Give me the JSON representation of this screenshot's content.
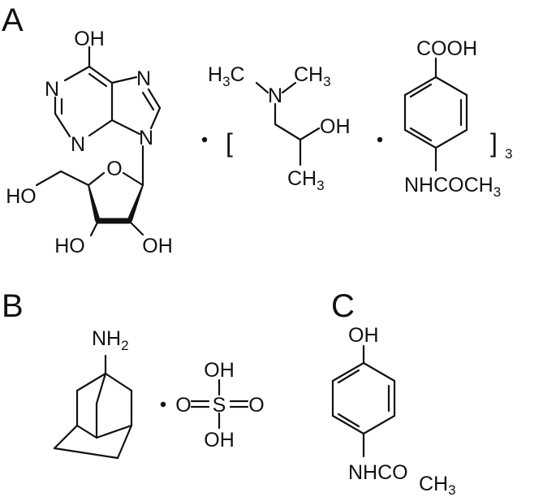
{
  "panels": {
    "a": {
      "label": "A",
      "inosine": {
        "oh_top": "OH",
        "n1": "N",
        "n3": "N",
        "n7": "N",
        "n9": "N",
        "ring_o": "O",
        "ho_left": "HO",
        "ho_bottom": "HO",
        "oh_bottom": "OH"
      },
      "dot1": "·",
      "bracket_open": "[",
      "dimepranol": {
        "h3c": "H",
        "h3c_sub": "3",
        "h3c_c": "C",
        "n": "N",
        "ch3_c": "CH",
        "ch3_sub": "3",
        "oh": "OH",
        "ch3b_c": "CH",
        "ch3b_sub": "3"
      },
      "dot2": "·",
      "acedoben": {
        "cooh": "COOH",
        "nhcoch": "NHCOCH",
        "nhcoch_sub": "3"
      },
      "bracket_close": "]",
      "stoich": "3"
    },
    "b": {
      "label": "B",
      "nh": "NH",
      "nh_sub": "2",
      "dot": "·",
      "oh_top": "OH",
      "o_left": "O",
      "s": "S",
      "o_right": "O",
      "oh_bottom": "OH"
    },
    "c": {
      "label": "C",
      "oh": "OH",
      "nhco": "NHCO",
      "ch": "CH",
      "ch_sub": "3"
    }
  }
}
